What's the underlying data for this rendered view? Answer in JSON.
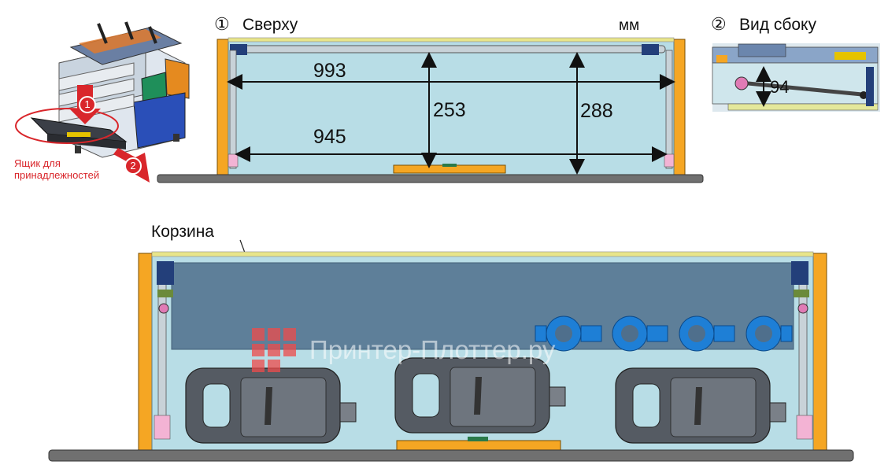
{
  "top_view": {
    "marker": "①",
    "title": "Сверху",
    "unit": "мм",
    "dim_top_width": "993",
    "dim_bottom_width": "945",
    "dim_depth_mid": "253",
    "dim_depth_right": "288"
  },
  "side_view": {
    "marker": "②",
    "title": "Вид сбоку",
    "dim_height": "94"
  },
  "printer": {
    "callout_1": "1",
    "callout_2": "2",
    "drawer_label_line1": "Ящик для",
    "drawer_label_line2": "принадлежностей"
  },
  "basket": {
    "label": "Корзина"
  },
  "watermark": {
    "text": "Принтер-Плоттер.ру"
  },
  "colors": {
    "frame_orange": "#f5a623",
    "tray_fill": "#b8dde6",
    "basket_fill": "#4f6f8c",
    "holder_blue": "#1e7fd6",
    "arrow_red": "#d9262b",
    "rail_gray": "#707070"
  }
}
